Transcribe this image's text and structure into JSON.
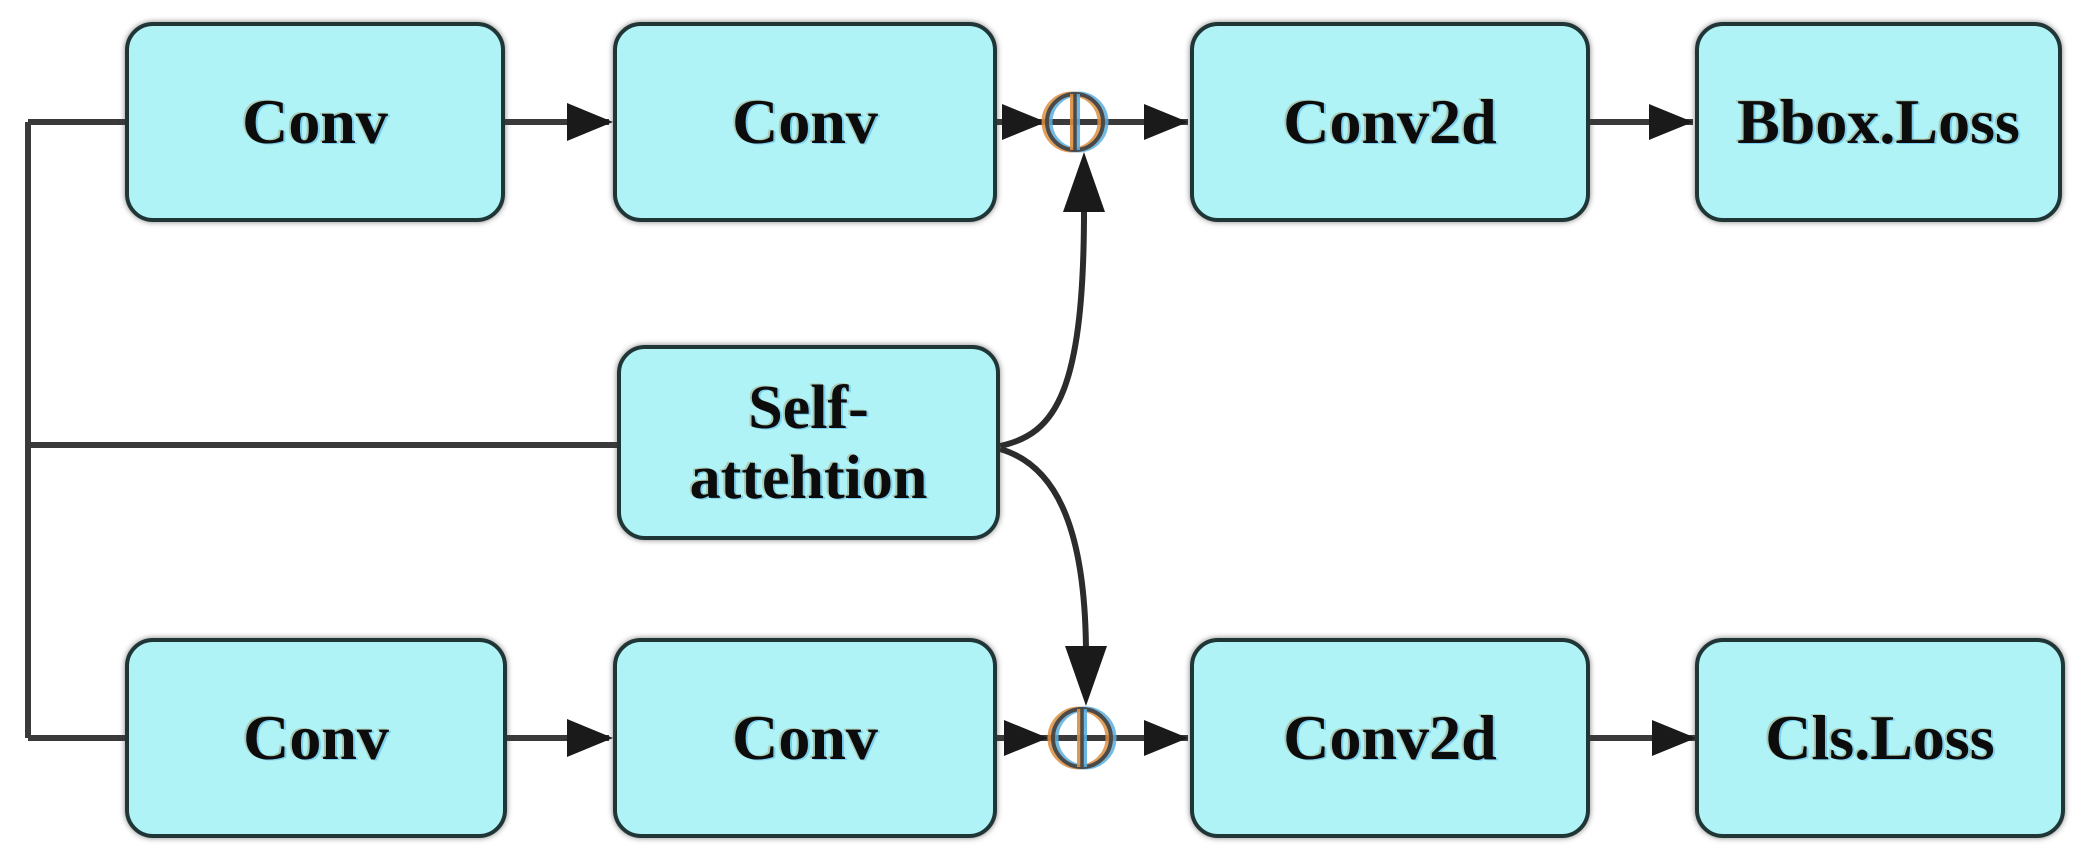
{
  "figure": {
    "type": "architecture-flow-diagram",
    "description_visible_text_only": true,
    "colors": {
      "background": "#ffffff",
      "box_fill": "#aff3f7",
      "box_border": "#203636",
      "wire": "#3a3a3a",
      "arrowhead": "#1a1a1a",
      "text": "#0c0c0c",
      "operator_fringe_orange": "#dd8f40",
      "operator_fringe_blue": "#5aaede"
    },
    "icons": {
      "add-operator-icon": "⊕"
    },
    "nodes": {
      "conv_top_1": {
        "label": "Conv"
      },
      "conv_top_2": {
        "label": "Conv"
      },
      "conv2d_top": {
        "label": "Conv2d"
      },
      "bbox_loss": {
        "label": "Bbox.Loss"
      },
      "self_attention": {
        "label_line1": "Self-",
        "label_line2": "attehtion"
      },
      "conv_bottom_1": {
        "label": "Conv"
      },
      "conv_bottom_2": {
        "label": "Conv"
      },
      "conv2d_bottom": {
        "label": "Conv2d"
      },
      "cls_loss": {
        "label": "Cls.Loss"
      }
    },
    "edges": [
      "input-trunk → conv_top_1",
      "input-trunk → self_attention",
      "input-trunk → conv_bottom_1",
      "conv_top_1 → conv_top_2",
      "conv_top_2 → add_top",
      "self_attention → add_top",
      "add_top → conv2d_top",
      "conv2d_top → bbox_loss",
      "conv_bottom_1 → conv_bottom_2",
      "conv_bottom_2 → add_bottom",
      "self_attention → add_bottom",
      "add_bottom → conv2d_bottom",
      "conv2d_bottom → cls_loss"
    ]
  }
}
